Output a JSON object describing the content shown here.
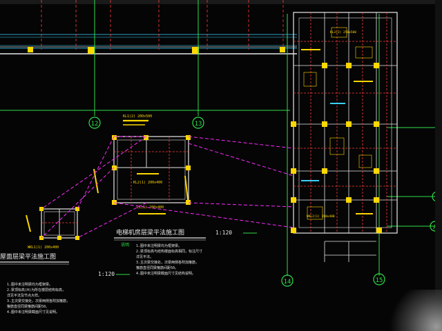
{
  "drawing": {
    "axis_labels": [
      "12",
      "13",
      "14",
      "15",
      "B",
      "A"
    ],
    "elevator_title": "电梯机房层梁平法施工图",
    "elevator_scale": "1:120",
    "roof_title": "屋面层梁平法施工图",
    "roof_scale": "1:120",
    "notes_heading": "说明",
    "elevator_notes": [
      "1.图中未注明梁均为框架梁。",
      "2.梁顶标高与结构楼面标高相同，标注尺寸",
      "  详见平法。",
      "3.主次梁交接处，次梁两侧各附加箍筋，",
      "  箍筋直径同梁箍筋间距50。",
      "4.图中未注明梁截面尺寸见结构说明。"
    ],
    "roof_notes": [
      "1.图中未注明梁均为框架梁。",
      "2.梁顶标高(H)为所在楼层结构标高，",
      "  详见平法及节点大样。",
      "3.主次梁交接处，次梁两侧各附加箍筋，",
      "  箍筋直径同梁箍筋间距50。",
      "4.图中未注明梁截面尺寸见说明。"
    ],
    "beam_labels": [
      "KL1(2) 200x500",
      "KL2(1) 200x400",
      "L1(1) 200x400",
      "KL3(2) 250x500",
      "WKL1(1) 200x400",
      "WKL2(1) 200x400"
    ]
  }
}
